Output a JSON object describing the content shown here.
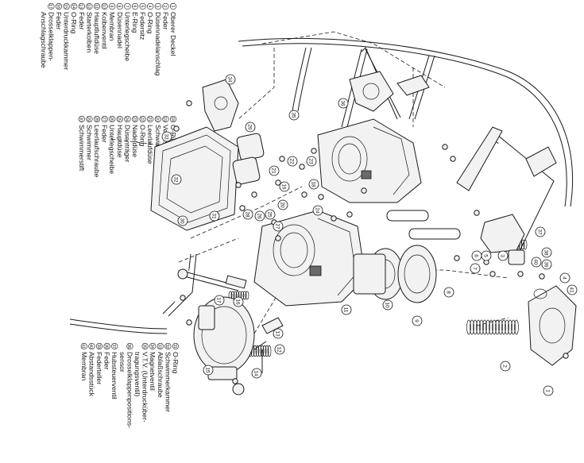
{
  "legend_groups": [
    {
      "items": [
        {
          "num": "1",
          "label": "Oberer Deckel"
        },
        {
          "num": "2",
          "label": "Feder"
        },
        {
          "num": "3",
          "label": "Düsennadelanschlag"
        },
        {
          "num": "4",
          "label": "O-Ring"
        },
        {
          "num": "5",
          "label": "Federsitz"
        },
        {
          "num": "6",
          "label": "E-Ring"
        },
        {
          "num": "7",
          "label": "Unterlegscheibe"
        },
        {
          "num": "8",
          "label": "Düsennadel"
        },
        {
          "num": "9",
          "label": "Membran"
        },
        {
          "num": "10",
          "label": "Kolbenventil"
        },
        {
          "num": "11",
          "label": "Hauptluftdüse"
        },
        {
          "num": "12",
          "label": "Starterkolben"
        },
        {
          "num": "13",
          "label": "Feder"
        },
        {
          "num": "14",
          "label": "O-Ring"
        },
        {
          "num": "15",
          "label": "Unterdruckkammer"
        },
        {
          "num": "16",
          "label": "Feder"
        },
        {
          "num": "17",
          "label": "Drosselklappen-"
        },
        {
          "num": "",
          "label": "Anschlagschraube"
        }
      ]
    },
    {
      "items": [
        {
          "num": "18",
          "label": "O-Ring"
        },
        {
          "num": "19",
          "label": "Ventilsitz"
        },
        {
          "num": "20",
          "label": "Schwimmernadelventil"
        },
        {
          "num": "21",
          "label": "Leerlaufdüse"
        },
        {
          "num": "22",
          "label": "O-Ring"
        },
        {
          "num": "23",
          "label": "Nadeldüse"
        },
        {
          "num": "24",
          "label": "Düsenträger"
        },
        {
          "num": "25",
          "label": "Hauptdüse"
        },
        {
          "num": "26",
          "label": "Unterlegscheibe"
        },
        {
          "num": "27",
          "label": "Feder"
        },
        {
          "num": "28",
          "label": "Leerlaufschraube"
        },
        {
          "num": "29",
          "label": "Schwimmer"
        },
        {
          "num": "30",
          "label": "Schwimmerstift"
        }
      ]
    },
    {
      "items": [
        {
          "num": "31",
          "label": "O-Ring"
        },
        {
          "num": "32",
          "label": "Schwimmerkammer"
        },
        {
          "num": "33",
          "label": "Ablaßschraube"
        },
        {
          "num": "34",
          "label": "Magnetventil"
        },
        {
          "num": "35",
          "label": "V.T.V. (Unterdrucküber-"
        },
        {
          "num": "",
          "label": "tragungsventil)"
        },
        {
          "num": "36",
          "label": "Drosselklappenpositions-"
        },
        {
          "num": "",
          "label": "sensor"
        },
        {
          "num": "37",
          "label": "Hubsteuerventil"
        },
        {
          "num": "38",
          "label": "Feder"
        },
        {
          "num": "39",
          "label": "Federteller"
        },
        {
          "num": "40",
          "label": "Abstandsstück"
        },
        {
          "num": "41",
          "label": "Membran"
        }
      ]
    }
  ],
  "callouts": [
    "1",
    "2",
    "3",
    "4",
    "5",
    "6",
    "7",
    "8",
    "9",
    "10",
    "11",
    "12",
    "13",
    "14",
    "15",
    "16",
    "17",
    "18",
    "19",
    "20",
    "21",
    "22",
    "23",
    "24",
    "25",
    "26",
    "27",
    "28",
    "29",
    "30",
    "31",
    "32",
    "33",
    "34",
    "35",
    "36",
    "37",
    "38",
    "39",
    "40",
    "41"
  ]
}
